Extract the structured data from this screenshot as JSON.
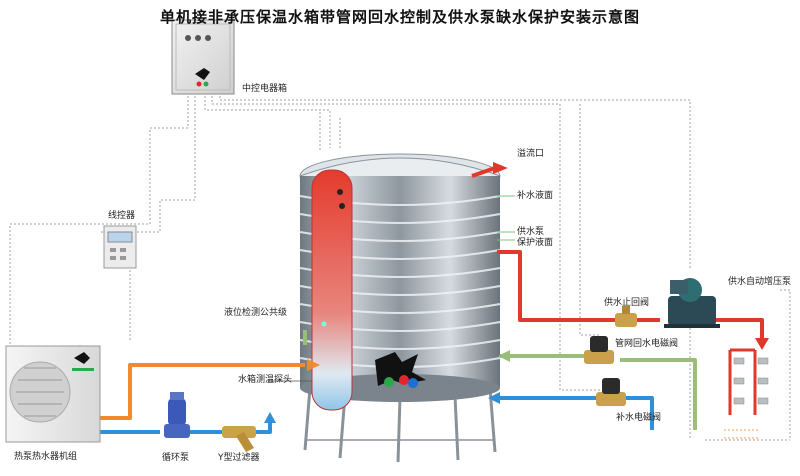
{
  "title": "单机接非承压保温水箱带管网回水控制及供水泵缺水保护安装示意图",
  "labels": {
    "control_box": "中控电器箱",
    "wire_controller": "线控器",
    "overflow": "溢流口",
    "makeup_level": "补水液面",
    "supply_pump_level_1": "供水泵",
    "supply_pump_level_2": "保护液面",
    "level_common": "液位检测公共级",
    "temp_probe": "水箱测温探头",
    "check_valve": "供水止回阀",
    "booster_pump": "供水自动增压泵",
    "return_valve": "管网回水电磁阀",
    "makeup_valve": "补水电磁阀",
    "heat_pump": "热泵热水器机组",
    "circ_pump": "循环泵",
    "y_filter": "Y型过滤器"
  },
  "colors": {
    "hot_pipe": "#e0392b",
    "warm_pipe": "#f08a2a",
    "cold_pipe": "#2f8fd8",
    "return_pipe": "#9bbd7a",
    "signal_line": "#9a9a9a",
    "tank_steel": "#9aa4ad"
  }
}
